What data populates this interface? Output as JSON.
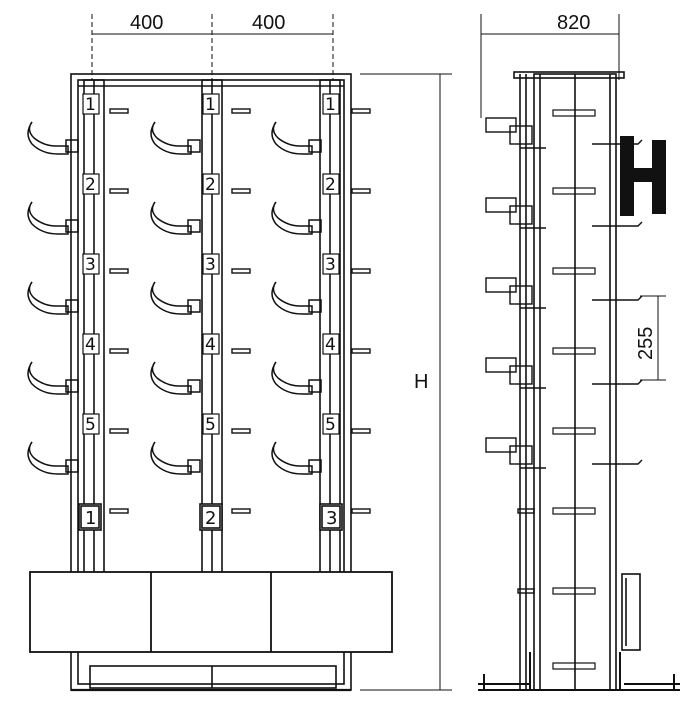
{
  "dimensions": {
    "column_spacing_left": "400",
    "column_spacing_right": "400",
    "rack_depth": "820",
    "hook_pitch": "255",
    "rack_height": "H"
  },
  "columns": [
    "1",
    "2",
    "3"
  ],
  "levels": [
    "1",
    "2",
    "3",
    "4",
    "5"
  ]
}
